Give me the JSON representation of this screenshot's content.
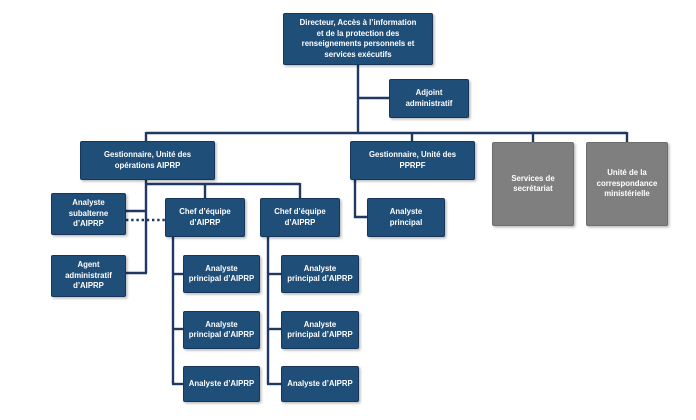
{
  "colors": {
    "node_fill": "#1F4E79",
    "node_fill_gray": "#7F7F7F",
    "connector": "#1F3864",
    "node_text": "#FFFFFF",
    "background": "#FFFFFF"
  },
  "org": {
    "nodes": {
      "director": {
        "label": "Directeur, Accès à l’information\net de la protection des\nrenseignements personnels et\nservices exécutifs"
      },
      "adjoint": {
        "label": "Adjoint\nadministratif"
      },
      "manager_operations": {
        "label": "Gestionnaire, Unité des\nopérations AIPRP"
      },
      "manager_pprpf": {
        "label": "Gestionnaire, Unité des\nPPRPF"
      },
      "services_secretariat": {
        "label": "Services de\nsecrétariat"
      },
      "unite_correspondance": {
        "label": "Unité de la\ncorrespondance\nministérielle"
      },
      "analyste_subalterne": {
        "label": "Analyste\nsubalterne\nd’AIPRP"
      },
      "agent_administratif": {
        "label": "Agent\nadministratif\nd’AIPRP"
      },
      "chef_equipe_1": {
        "label": "Chef d’équipe\nd’AIPRP"
      },
      "chef_equipe_2": {
        "label": "Chef d’équipe\nd’AIPRP"
      },
      "analyste_principal_pprpf": {
        "label": "Analyste\nprincipal"
      },
      "analyste_principal_col1_row1": {
        "label": "Analyste\nprincipal d’AIPRP"
      },
      "analyste_principal_col1_row2": {
        "label": "Analyste\nprincipal d’AIPRP"
      },
      "analyste_col1_row3": {
        "label": "Analyste d’AIPRP"
      },
      "analyste_principal_col2_row1": {
        "label": "Analyste\nprincipal d’AIPRP"
      },
      "analyste_principal_col2_row2": {
        "label": "Analyste\nprincipal d’AIPRP"
      },
      "analyste_col2_row3": {
        "label": "Analyste d’AIPRP"
      }
    },
    "edges": [
      {
        "from": "director",
        "to": "adjoint",
        "style": "solid"
      },
      {
        "from": "director",
        "to": "manager_operations",
        "style": "solid"
      },
      {
        "from": "director",
        "to": "manager_pprpf",
        "style": "solid"
      },
      {
        "from": "director",
        "to": "services_secretariat",
        "style": "solid"
      },
      {
        "from": "director",
        "to": "unite_correspondance",
        "style": "solid"
      },
      {
        "from": "manager_operations",
        "to": "analyste_subalterne",
        "style": "solid"
      },
      {
        "from": "manager_operations",
        "to": "agent_administratif",
        "style": "solid"
      },
      {
        "from": "manager_operations",
        "to": "chef_equipe_1",
        "style": "solid"
      },
      {
        "from": "manager_operations",
        "to": "chef_equipe_2",
        "style": "solid"
      },
      {
        "from": "analyste_subalterne",
        "to": "chef_equipe_1",
        "style": "dotted"
      },
      {
        "from": "manager_pprpf",
        "to": "analyste_principal_pprpf",
        "style": "solid"
      },
      {
        "from": "chef_equipe_1",
        "to": "analyste_principal_col1_row1",
        "style": "solid"
      },
      {
        "from": "chef_equipe_1",
        "to": "analyste_principal_col1_row2",
        "style": "solid"
      },
      {
        "from": "chef_equipe_1",
        "to": "analyste_col1_row3",
        "style": "solid"
      },
      {
        "from": "chef_equipe_2",
        "to": "analyste_principal_col2_row1",
        "style": "solid"
      },
      {
        "from": "chef_equipe_2",
        "to": "analyste_principal_col2_row2",
        "style": "solid"
      },
      {
        "from": "chef_equipe_2",
        "to": "analyste_col2_row3",
        "style": "solid"
      }
    ]
  }
}
